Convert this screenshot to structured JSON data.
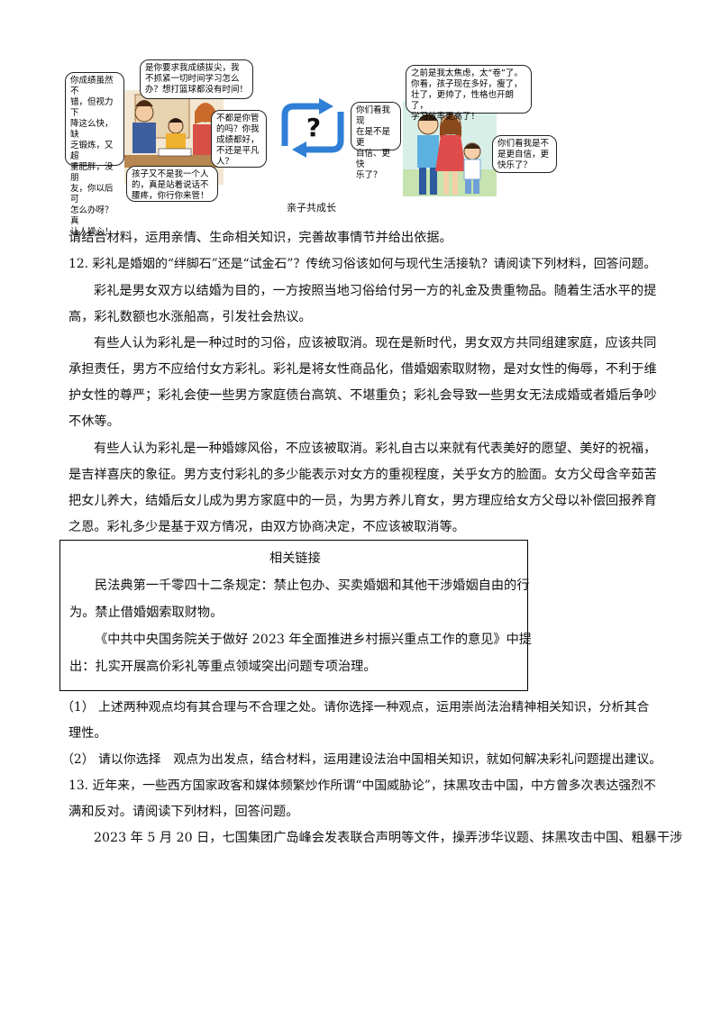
{
  "comic": {
    "left_bubbles": [
      "你成绩虽然不\n错，但视力下\n降这么快，缺\n乏锻炼，又超\n重肥胖，没朋\n友，你以后可\n怎么办呀？真\n让人操心！",
      "是你要求我成绩拔尖，我\n不抓紧一切时间学习怎么\n办？想打篮球都没有时间！",
      "不都是你管\n的吗？你我\n成绩都好，\n不还是平凡\n人？",
      "孩子又不是我一个人\n的，真是站着说话不\n腰疼，你行你来管！"
    ],
    "center_symbol": "?",
    "right_bubbles": [
      "之前是我太焦虑，太“卷”了。\n你看，孩子现在多好，瘦了，\n壮了，更帅了，性格也开朗了，\n学习效率更高了！",
      "你们看我现\n在是不是更\n自信、更快\n乐了？",
      "你们看我是不\n是更自信，更\n快乐了？"
    ],
    "caption": "亲子共成长"
  },
  "lines": [
    "请结合材料，运用亲情、生命相关知识，完善故事情节并给出依据。",
    "12. 彩礼是婚姻的“绊脚石”还是“试金石”？传统习俗该如何与现代生活接轨？请阅读下列材料，回答问题。",
    "彩礼是男女双方以结婚为目的，一方按照当地习俗给付另一方的礼金及贵重物品。随着生活水平的提",
    "高，彩礼数额也水涨船高，引发社会热议。",
    "有些人认为彩礼是一种过时的习俗，应该被取消。现在是新时代，男女双方共同组建家庭，应该共同",
    "承担责任，男方不应给付女方彩礼。彩礼是将女性商品化，借婚姻索取财物，是对女性的侮辱，不利于维",
    "护女性的尊严；彩礼会使一些男方家庭债台高筑、不堪重负；彩礼会导致一些男女无法成婚或者婚后争吵",
    "不休等。",
    "有些人认为彩礼是一种婚嫁风俗，不应该被取消。彩礼自古以来就有代表美好的愿望、美好的祝福，",
    "是吉祥喜庆的象征。男方支付彩礼的多少能表示对女方的重视程度，关乎女方的脸面。女方父母含辛茹苦",
    "把女儿养大，结婚后女儿成为男方家庭中的一员，为男方养儿育女，男方理应给女方父母以补偿回报养育",
    "之恩。彩礼多少是基于双方情况，由双方协商决定，不应该被取消等。"
  ],
  "link_box": {
    "title": "相关链接",
    "lines": [
      "民法典第一千零四十二条规定：禁止包办、买卖婚姻和其他干涉婚姻自由的行",
      "为。禁止借婚姻索取财物。",
      "《中共中央国务院关于做好 2023 年全面推进乡村振兴重点工作的意见》中提",
      "出：扎实开展高价彩礼等重点领域突出问题专项治理。"
    ]
  },
  "after_lines": [
    "（1） 上述两种观点均有其合理与不合理之处。请你选择一种观点，运用崇尚法治精神相关知识，分析其合",
    "理性。",
    "（2） 请以你选择　观点为出发点，结合材料，运用建设法治中国相关知识，就如何解决彩礼问题提出建议。",
    "13. 近年来，一些西方国家政客和媒体频繁炒作所谓“中国威胁论”，抹黑攻击中国，中方曾多次表达强烈不",
    "满和反对。请阅读下列材料，回答问题。",
    "2023 年 5 月 20 日，七国集团广岛峰会发表联合声明等文件，操弄涉华议题、抹黑攻击中国、粗暴干涉"
  ]
}
